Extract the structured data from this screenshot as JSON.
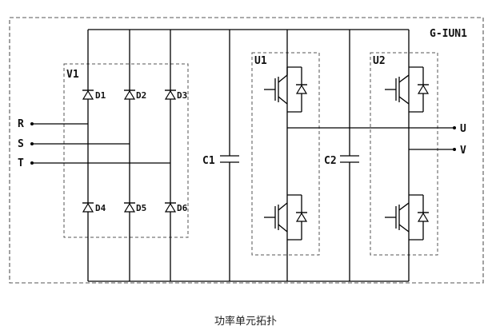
{
  "module_label": "G-IUN1",
  "rectifier": {
    "label": "V1",
    "diodes_top": [
      "D1",
      "D2",
      "D3"
    ],
    "diodes_bottom": [
      "D4",
      "D5",
      "D6"
    ]
  },
  "inputs": [
    "R",
    "S",
    "T"
  ],
  "capacitors": [
    "C1",
    "C2"
  ],
  "igbt_units": [
    "U1",
    "U2"
  ],
  "outputs": [
    "U",
    "V"
  ],
  "caption": "功率单元拓扑"
}
